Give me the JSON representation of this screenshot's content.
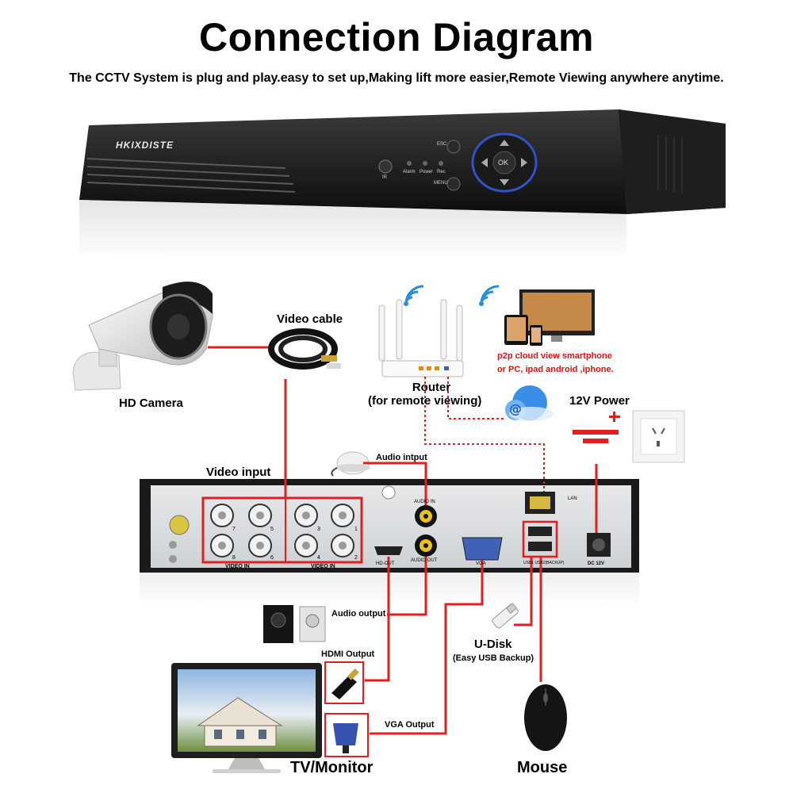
{
  "header": {
    "title": "Connection Diagram",
    "subtitle": "The CCTV System is plug and play.easy to set up,Making lift more easier,Remote Viewing anywhere anytime."
  },
  "dvr_front": {
    "brand": "HKIXDISTE",
    "ir_label": "IR",
    "led_labels": [
      "Alarm",
      "Power",
      "Rec"
    ],
    "esc_label": "ESC",
    "menu_label": "MENU",
    "ok_label": "OK"
  },
  "devices": {
    "camera": "HD Camera",
    "video_cable": "Video cable",
    "router_line1": "Router",
    "router_line2": "(for remote viewing)",
    "p2p_line1": "p2p cloud  view smartphone",
    "p2p_line2": "or PC, ipad android ,iphone.",
    "power": "12V Power",
    "video_input": "Video input",
    "audio_input": "Audio intput",
    "audio_output": "Audio output",
    "hdmi_output": "HDMI Output",
    "vga_output": "VGA Output",
    "udisk_line1": "U-Disk",
    "udisk_line2": "(Easy USB Backup)",
    "tv_monitor": "TV/Monitor",
    "mouse": "Mouse"
  },
  "dvr_back": {
    "ports": [
      "7",
      "5",
      "3",
      "1",
      "8",
      "6",
      "4",
      "2"
    ],
    "video_in": "VIDEO IN",
    "audio_in": "AUDIO IN",
    "audio_out": "AUDIO OUT",
    "hd_out": "HD-OUT",
    "vga": "VGA",
    "lan": "LAN",
    "usb": "USB1 USB2(BACKUP)",
    "dc": "DC 12V"
  },
  "colors": {
    "cable": "#e02020",
    "dotted": "#e02020",
    "dvr_black": "#141414",
    "panel": "#d9dcdf"
  }
}
